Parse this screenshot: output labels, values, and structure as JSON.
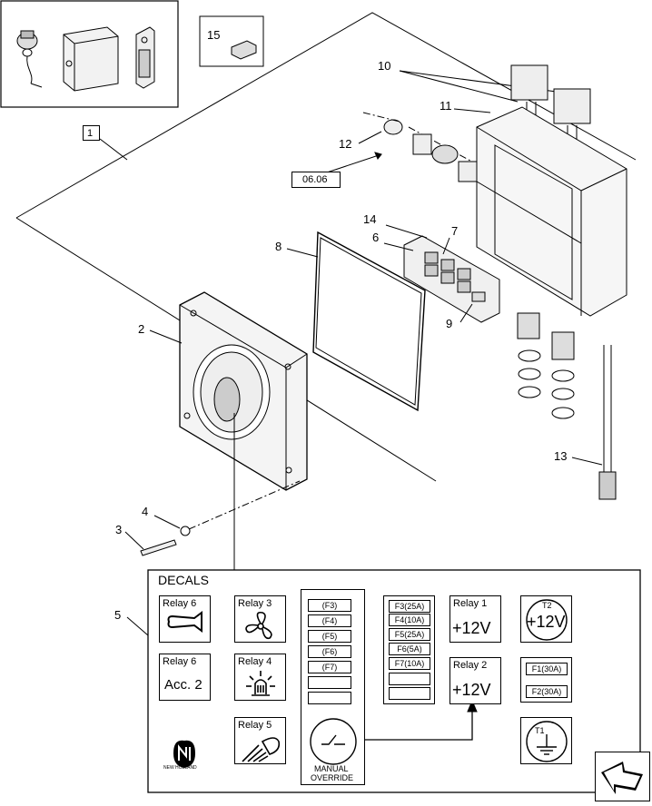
{
  "callouts": {
    "c1": "1",
    "c2": "2",
    "c3": "3",
    "c4": "4",
    "c5": "5",
    "c6": "6",
    "c7": "7",
    "c8": "8",
    "c9": "9",
    "c10": "10",
    "c11": "11",
    "c12": "12",
    "c13": "13",
    "c14": "14",
    "c15": "15"
  },
  "reference": "06.06",
  "decals": {
    "title": "DECALS",
    "relay6a": "Relay 6",
    "relay6b": "Relay 6",
    "acc2": "Acc. 2",
    "relay3": "Relay 3",
    "relay4": "Relay 4",
    "relay5": "Relay 5",
    "brand": "NEW HOLLAND",
    "fuses_left": [
      "(F3)",
      "(F4)",
      "(F5)",
      "(F6)",
      "(F7)",
      "",
      ""
    ],
    "override": [
      "MANUAL",
      "OVERRIDE"
    ],
    "fuses_right": [
      "F3(25A)",
      "F4(10A)",
      "F5(25A)",
      "F6(5A)",
      "F7(10A)",
      "",
      ""
    ],
    "relay1": "Relay 1",
    "relay2": "Relay 2",
    "plus12a": "+12V",
    "plus12b": "+12V",
    "t2": "T2",
    "plus12c": "+12V",
    "f1": "F1(30A)",
    "f2": "F2(30A)",
    "t1": "T1"
  },
  "icons": [
    "horn-icon",
    "fan-icon",
    "beacon-icon",
    "work-light-icon",
    "manual-override-switch-icon",
    "ground-icon",
    "next-page-arrow-icon"
  ]
}
